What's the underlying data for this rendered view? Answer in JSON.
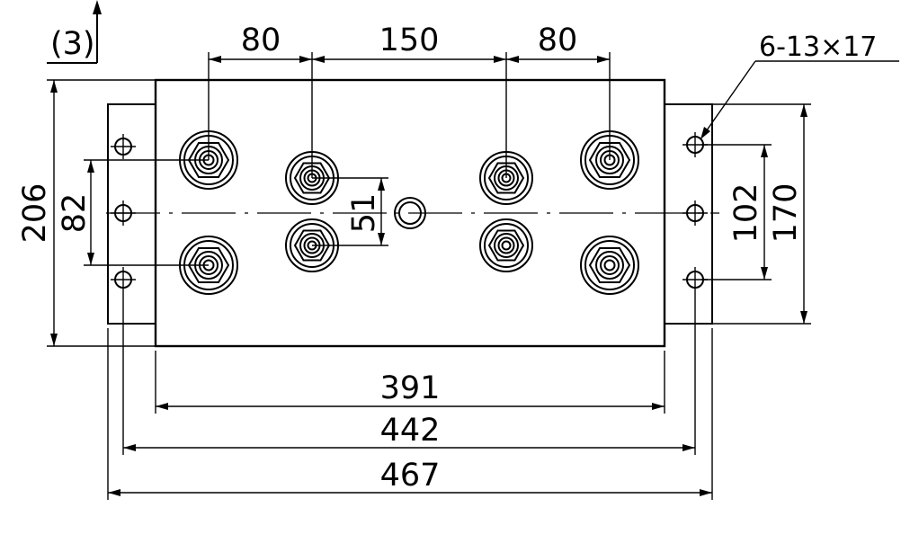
{
  "view_label": "(3)",
  "hole_note": "6-13×17",
  "dimensions": {
    "top_left_spacing": "80",
    "top_center_spacing": "150",
    "top_right_spacing": "80",
    "overall_height": "206",
    "left_hole_pitch": "82",
    "terminal_pitch": "51",
    "right_hole_pitch": "102",
    "right_hole_span": "170",
    "body_width": "391",
    "hole_span": "442",
    "overall_width": "467"
  }
}
